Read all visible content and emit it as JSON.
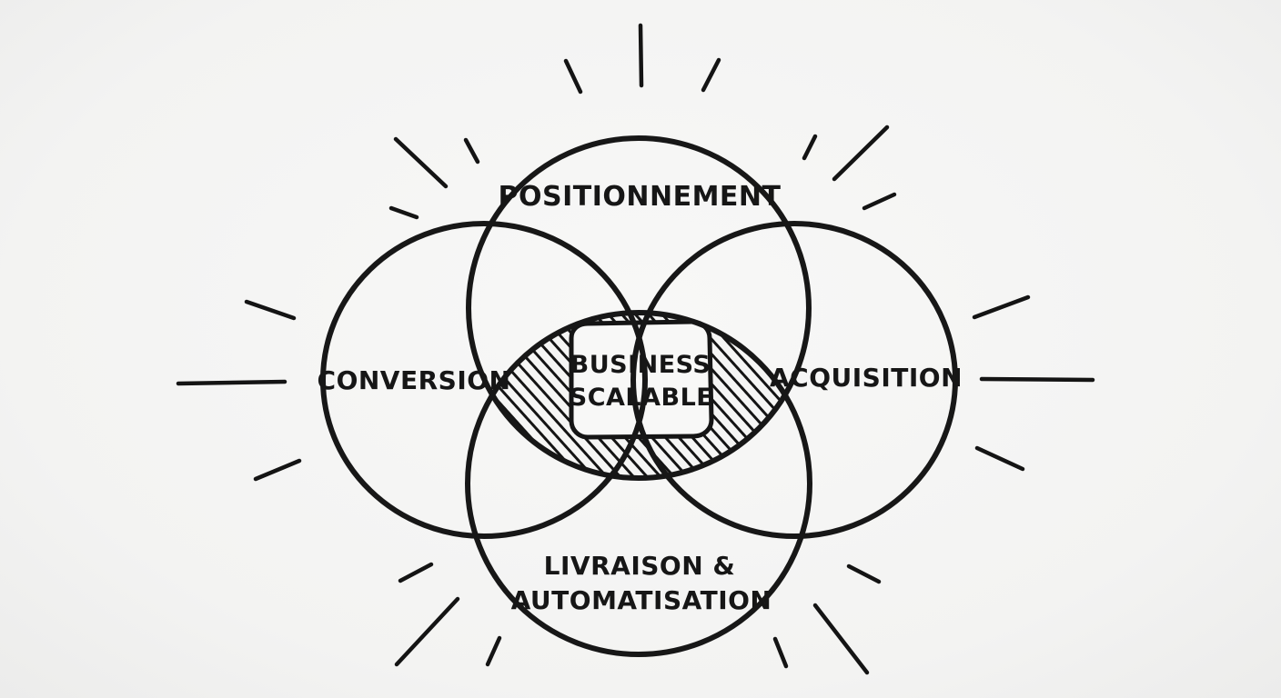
{
  "diagram": {
    "type": "venn",
    "sets": [
      {
        "id": "top",
        "label": "POSITIONNEMENT"
      },
      {
        "id": "left",
        "label": "CONVERSION"
      },
      {
        "id": "right",
        "label": "ACQUISITION"
      },
      {
        "id": "bottom",
        "label_line1": "LIVRAISON &",
        "label_line2": "AUTOMATISATION"
      }
    ],
    "center": {
      "line1": "BUSINESS",
      "line2": "SCALABLE"
    },
    "colors": {
      "ink": "#171717",
      "paper": "#f5f5f4"
    }
  }
}
